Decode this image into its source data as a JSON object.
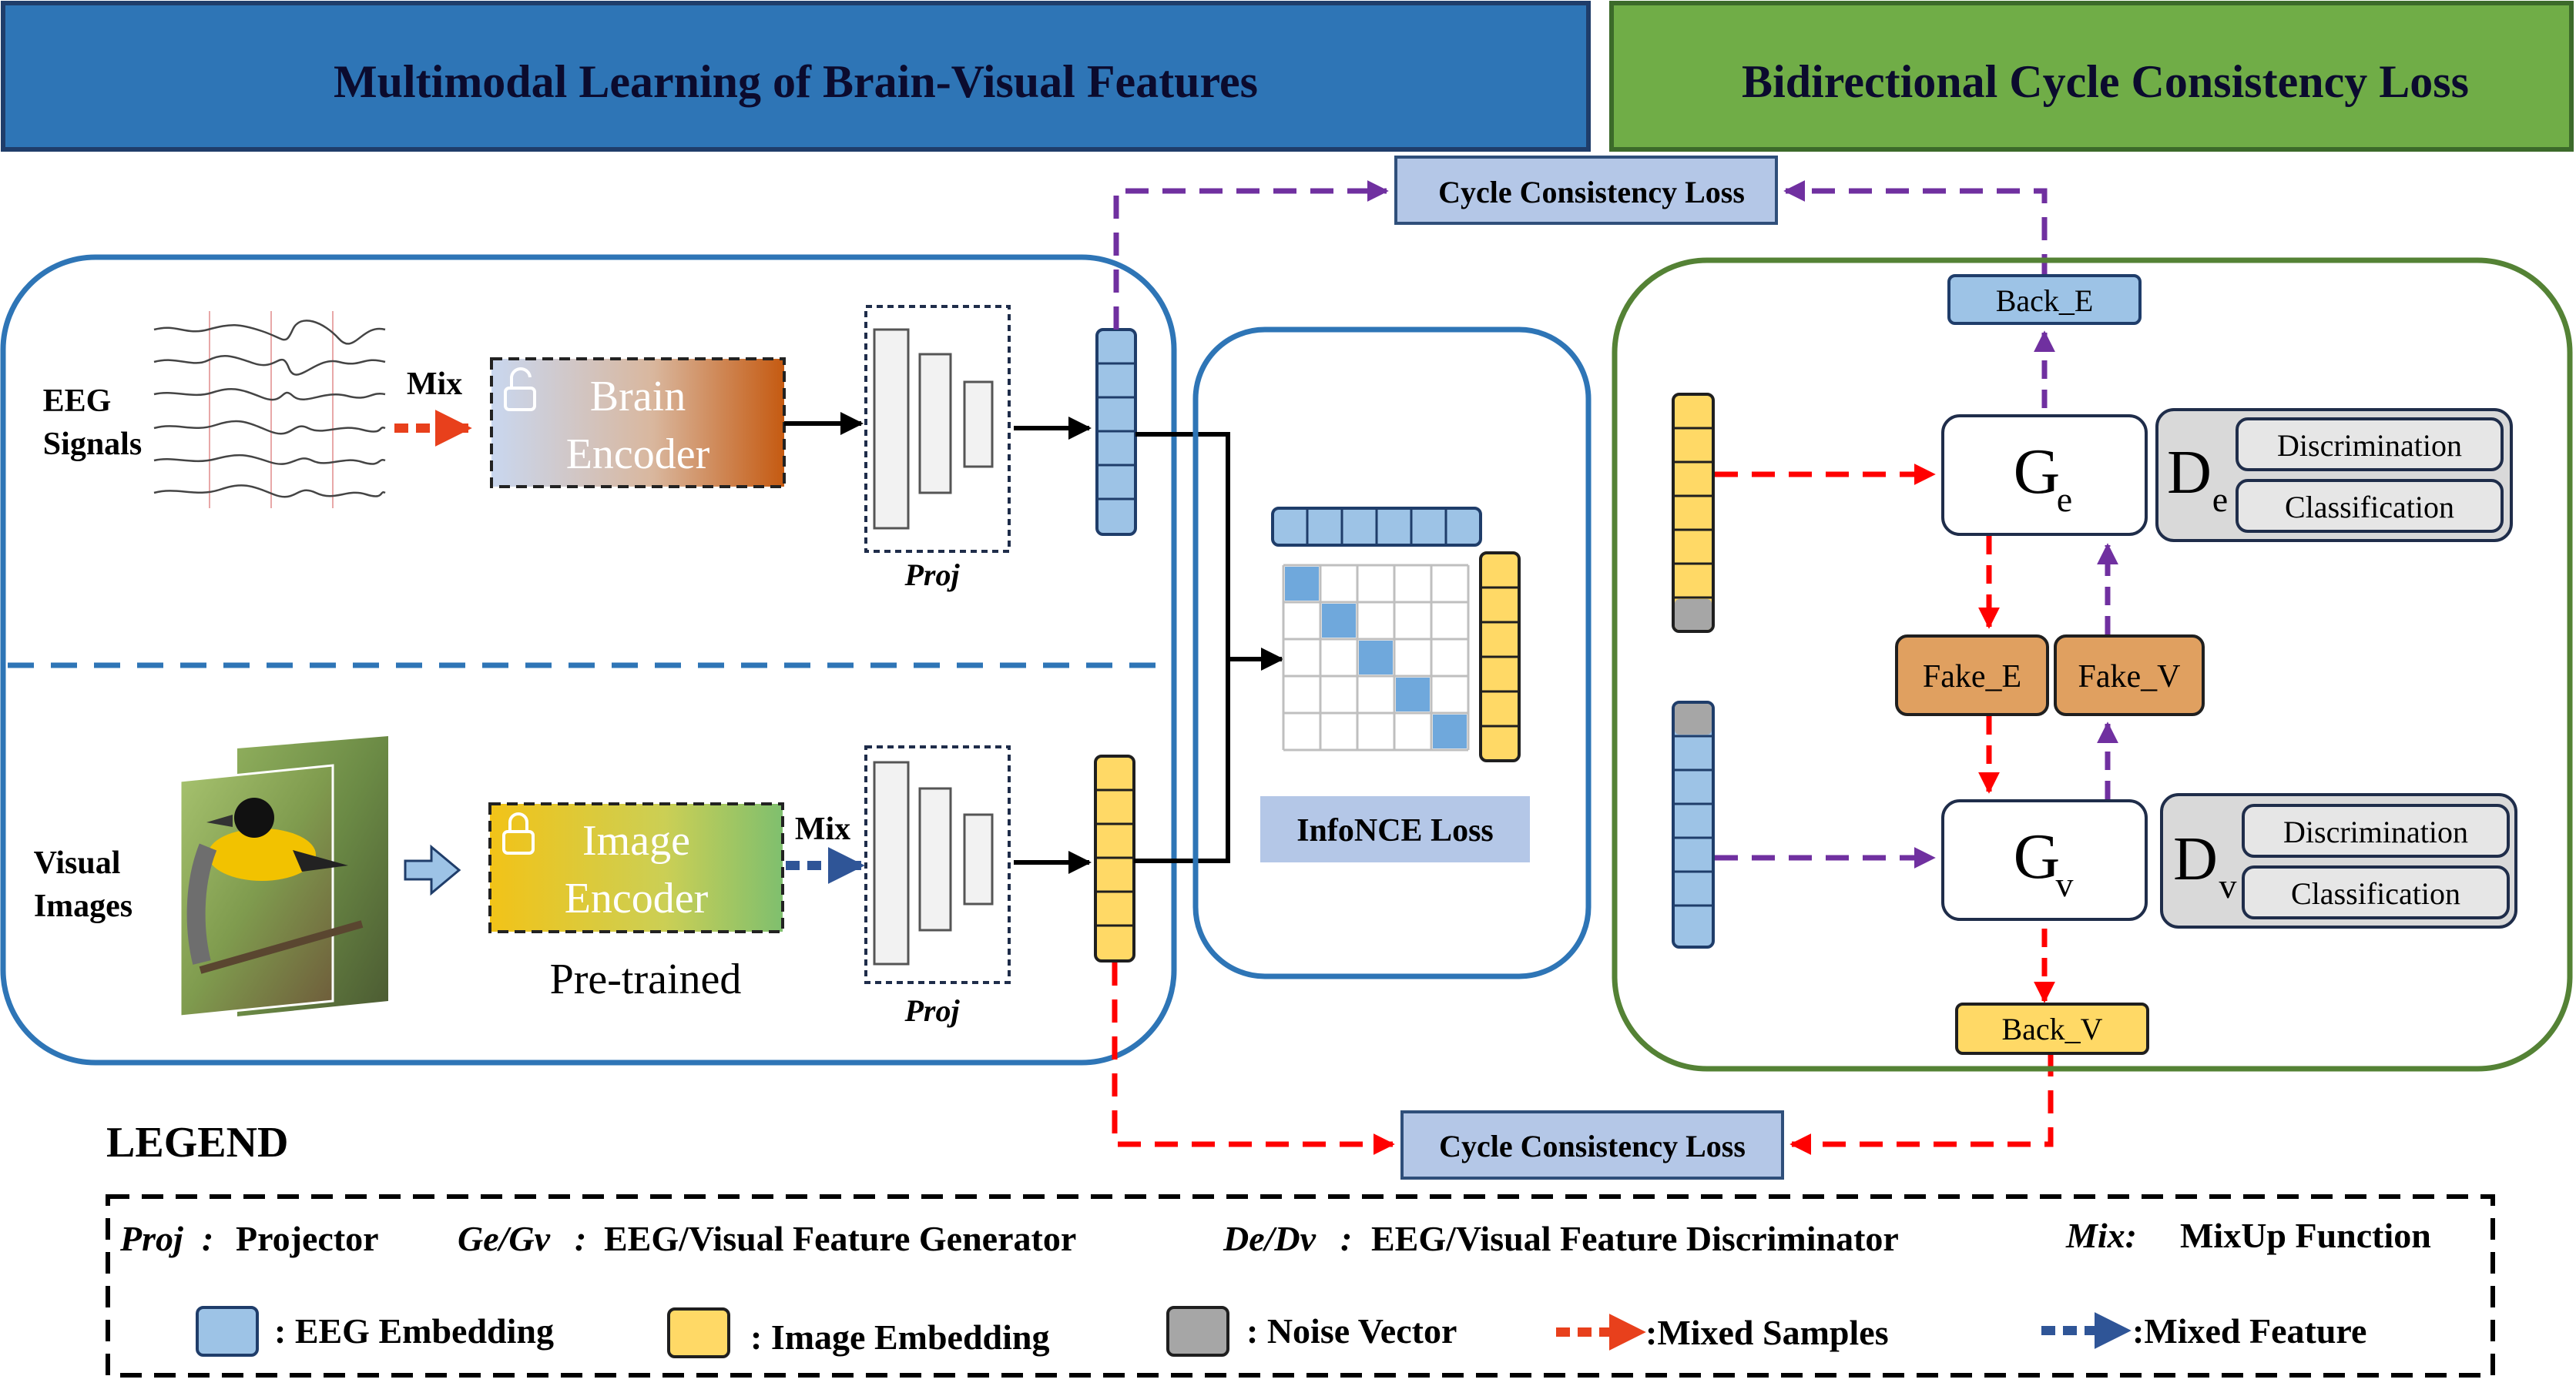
{
  "headers": {
    "left": "Multimodal Learning of Brain-Visual Features",
    "right": "Bidirectional Cycle Consistency Loss"
  },
  "inputs": {
    "eeg_line1": "EEG",
    "eeg_line2": "Signals",
    "visual_line1": "Visual",
    "visual_line2": "Images"
  },
  "encoders": {
    "brain_line1": "Brain",
    "brain_line2": "Encoder",
    "image_line1": "Image",
    "image_line2": "Encoder",
    "pretrained": "Pre-trained",
    "mix": "Mix",
    "proj": "Proj"
  },
  "center": {
    "infonce": "InfoNCE Loss",
    "cycle_top": "Cycle Consistency Loss",
    "cycle_bottom": "Cycle Consistency Loss"
  },
  "gan": {
    "ge_main": "G",
    "ge_sub": "e",
    "gv_main": "G",
    "gv_sub": "v",
    "de_main": "D",
    "de_sub": "e",
    "dv_main": "D",
    "dv_sub": "v",
    "discrimination": "Discrimination",
    "classification": "Classification",
    "fake_e": "Fake_E",
    "fake_v": "Fake_V",
    "back_e": "Back_E",
    "back_v": "Back_V"
  },
  "legend": {
    "title": "LEGEND",
    "proj_key": "Proj",
    "proj_sep": ":",
    "proj_val": "Projector",
    "gen_key": "Ge/Gv",
    "gen_sep": ":",
    "gen_val": "EEG/Visual Feature Generator",
    "disc_key": "De/Dv",
    "disc_sep": ":",
    "disc_val": "EEG/Visual Feature Discriminator",
    "mix_key": "Mix:",
    "mix_val": "MixUp Function",
    "eeg_emb": ": EEG Embedding",
    "img_emb": ": Image Embedding",
    "noise": ": Noise Vector",
    "mixed_samples": ":Mixed Samples",
    "mixed_feature": ":Mixed Feature"
  },
  "colors": {
    "header_left": "#2e75b6",
    "header_right": "#70ad47",
    "eeg_embedding": "#9dc3e6",
    "image_embedding": "#ffd966",
    "noise_vector": "#a6a6a6",
    "fake_box": "#e0a060",
    "loss_box": "#b4c7e7",
    "red_arrow": "#ff0000",
    "purple_arrow": "#7030a0",
    "blue_arrow": "#2f5597"
  }
}
